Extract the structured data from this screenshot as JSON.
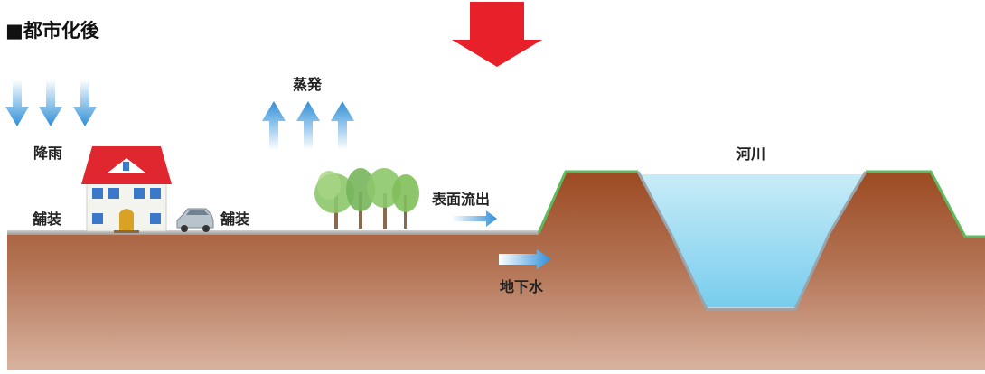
{
  "title": "■都市化後",
  "labels": {
    "rain": "降雨",
    "evaporation": "蒸発",
    "pavement_left": "舗装",
    "pavement_right": "舗装",
    "surface_runoff": "表面流出",
    "groundwater": "地下水",
    "river": "河川"
  },
  "colors": {
    "big_arrow": "#e8202a",
    "soil_top": "#9c4a22",
    "soil_bottom": "#d9b3a0",
    "water": "#8fd6f0",
    "embankment_edge": "#5dbb5d",
    "arrow_blue": "#2f8fd8",
    "roof": "#e0262f",
    "wall": "#f4f4ee",
    "window": "#3a78c9",
    "tree": "#7fbf5a"
  },
  "icons": [
    "down-arrow-icon",
    "rain-arrow-icon",
    "evaporation-arrow-icon",
    "house-icon",
    "car-icon",
    "tree-icon",
    "runoff-arrow-icon",
    "groundwater-arrow-icon"
  ]
}
